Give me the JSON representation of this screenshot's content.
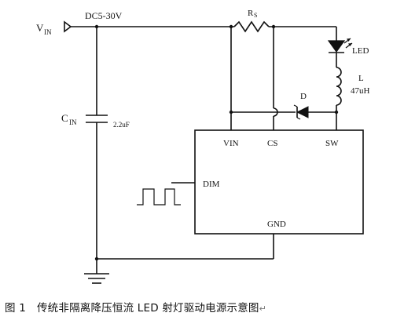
{
  "labels": {
    "vin_sub": "IN",
    "vin_main": "V",
    "dc_range": "DC5-30V",
    "rs_main": "R",
    "rs_sub": "S",
    "led": "LED",
    "inductor_name": "L",
    "inductor_value": "47uH",
    "diode": "D",
    "cin_main": "C",
    "cin_sub": "IN",
    "cin_value": "2.2uF",
    "pin_vin": "VIN",
    "pin_cs": "CS",
    "pin_sw": "SW",
    "pin_dim": "DIM",
    "pin_gnd": "GND"
  },
  "caption": {
    "figure_no": "图 1",
    "text": "传统非隔离降压恒流 LED 射灯驱动电源示意图",
    "mark": "↵"
  }
}
